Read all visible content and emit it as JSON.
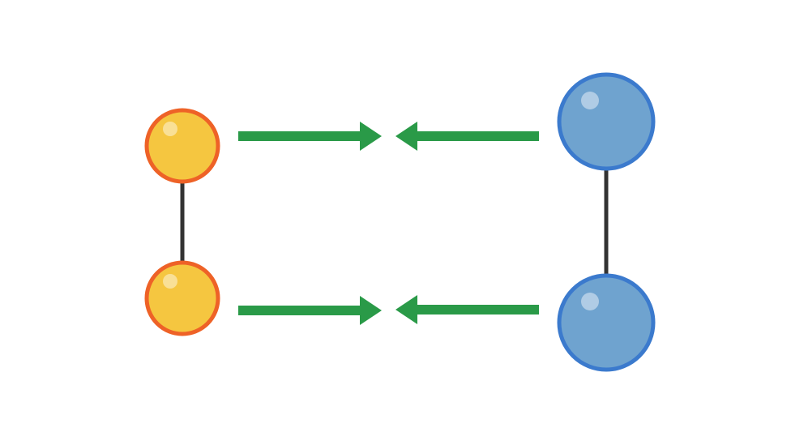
{
  "diagram": {
    "colors": {
      "background": "#ffffff",
      "small_sphere_fill": "#F5C640",
      "small_sphere_stroke": "#EE6227",
      "large_sphere_fill": "#6FA3CF",
      "large_sphere_stroke": "#3B7ACD",
      "bond": "#333333",
      "arrow": "#2A9A48",
      "highlight": "#FFFFFF"
    },
    "molecules": [
      {
        "name": "small-molecule",
        "atom_size": "small",
        "atoms": 2,
        "bond": true
      },
      {
        "name": "large-molecule",
        "atom_size": "large",
        "atoms": 2,
        "bond": true
      }
    ],
    "arrows": [
      {
        "name": "top-right-arrow",
        "direction": "right"
      },
      {
        "name": "top-left-arrow",
        "direction": "left"
      },
      {
        "name": "bottom-right-arrow",
        "direction": "right"
      },
      {
        "name": "bottom-left-arrow",
        "direction": "left"
      }
    ]
  }
}
